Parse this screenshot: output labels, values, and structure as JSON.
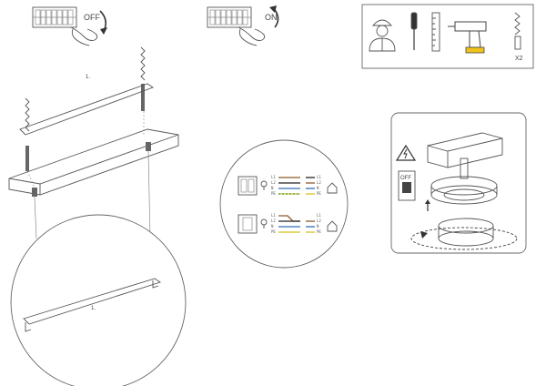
{
  "switch_off": {
    "label": "OFF"
  },
  "switch_on": {
    "label": "ON"
  },
  "tools": {
    "icons": [
      "worker-icon",
      "screwdriver-icon",
      "ruler-icon",
      "drill-icon",
      "anchor-screw-icon"
    ],
    "screw_count": "X2"
  },
  "mounting": {
    "step_label_top": "1.",
    "step_label_bottom": "1."
  },
  "wiring": {
    "top_rows": [
      "L1",
      "L2",
      "N",
      "PE"
    ],
    "top_right_rows": [
      "L1",
      "L2",
      "N",
      "PE"
    ],
    "bottom_rows": [
      "L1",
      "L2",
      "N",
      "PE"
    ],
    "bottom_right_rows": [
      "L1",
      "L2",
      "N",
      "PE"
    ]
  },
  "warning_panel": {
    "breaker_label": "OFF"
  },
  "colors": {
    "line": "#555555",
    "wire_brown": "#8b5a2b",
    "wire_blue": "#2e6fb7",
    "wire_yellow": "#d6c21c",
    "wire_green": "#3c9a3c",
    "wire_black": "#222222",
    "drill_yellow": "#f0c21b"
  }
}
